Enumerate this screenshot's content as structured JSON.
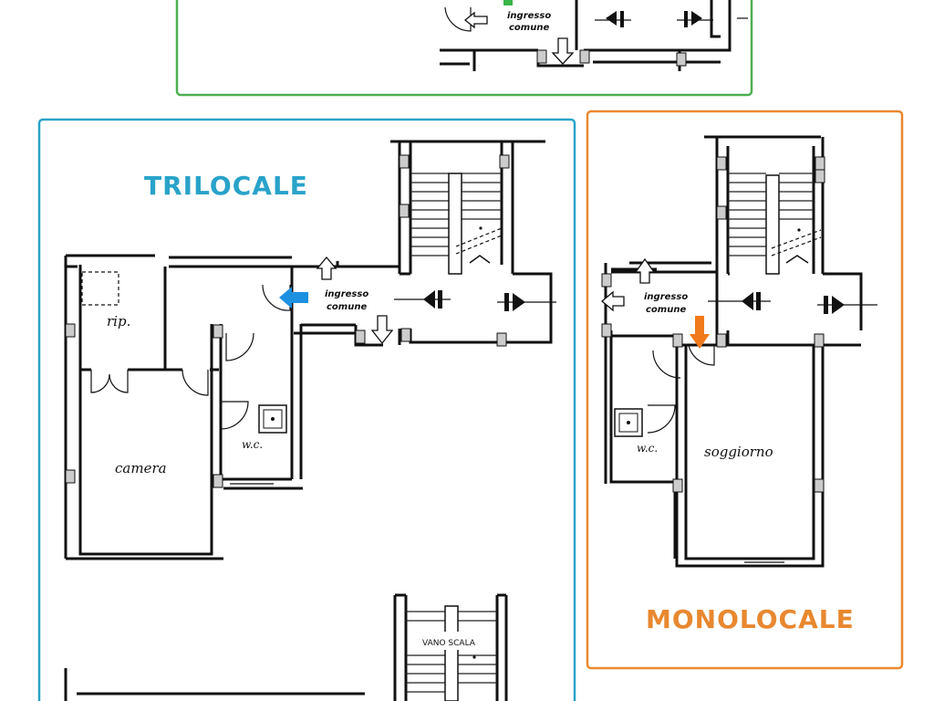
{
  "colors": {
    "green_frame": "#4caf50",
    "blue_frame": "#29a3c9",
    "orange_frame": "#e8882f",
    "blue_arrow": "#1e90e0",
    "orange_arrow": "#f07a1a"
  },
  "top_section": {
    "common_entrance": [
      "ingresso",
      "comune"
    ]
  },
  "trilocale": {
    "title": "TRILOCALE",
    "rooms": {
      "rip": "rip.",
      "wc": "w.c.",
      "camera": "camera"
    },
    "common_entrance": [
      "ingresso",
      "comune"
    ]
  },
  "monolocale": {
    "title": "MONOLOCALE",
    "rooms": {
      "wc": "w.c.",
      "soggiorno": "soggiorno"
    },
    "common_entrance": [
      "ingresso",
      "comune"
    ]
  },
  "stairwell": {
    "label": "VANO SCALA"
  },
  "icons": [
    "arrow-up-icon",
    "arrow-down-icon",
    "arrow-left-icon",
    "door-symbol-icon",
    "shower-icon"
  ]
}
